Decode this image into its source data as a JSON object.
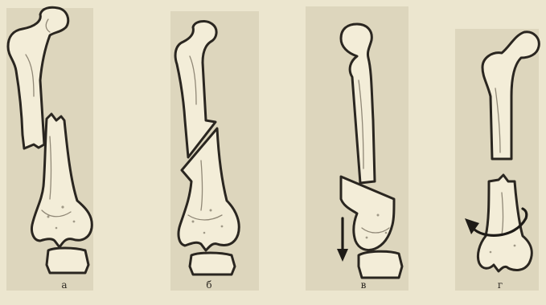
{
  "figure": {
    "panels": [
      {
        "id": "a",
        "label": "а"
      },
      {
        "id": "b",
        "label": "б"
      },
      {
        "id": "v",
        "label": "в"
      },
      {
        "id": "g",
        "label": "г"
      }
    ],
    "colors": {
      "paper": "#ece6cf",
      "panel": "#ddd6bd",
      "bone": "#f3edd8",
      "ink": "#2a2620"
    },
    "icons": [
      "displacement-arrow-icon",
      "rotation-arrow-icon"
    ]
  }
}
